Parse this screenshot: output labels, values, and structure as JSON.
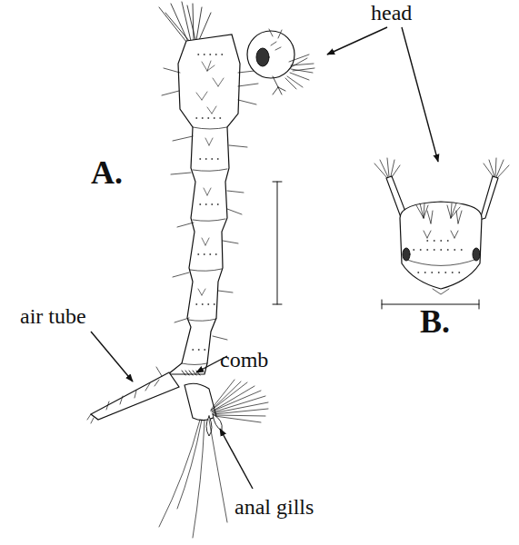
{
  "diagram": {
    "labels": [
      "head",
      "A.",
      "B.",
      "air tube",
      "comb",
      "anal gills"
    ]
  }
}
